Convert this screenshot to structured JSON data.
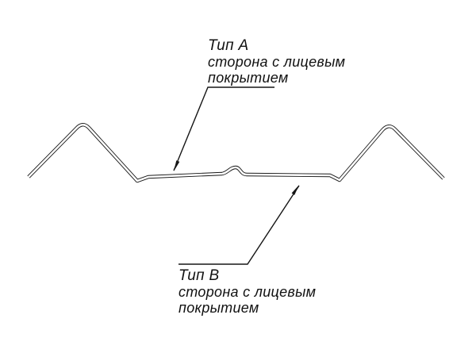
{
  "diagram": {
    "background_color": "#ffffff",
    "line_color": "#161616",
    "label_a": {
      "title": "Тип А",
      "line1": "сторона с лицевым",
      "line2": "покрытием"
    },
    "label_b": {
      "title": "Тип В",
      "line1": "сторона с лицевым",
      "line2": "покрытием"
    }
  }
}
